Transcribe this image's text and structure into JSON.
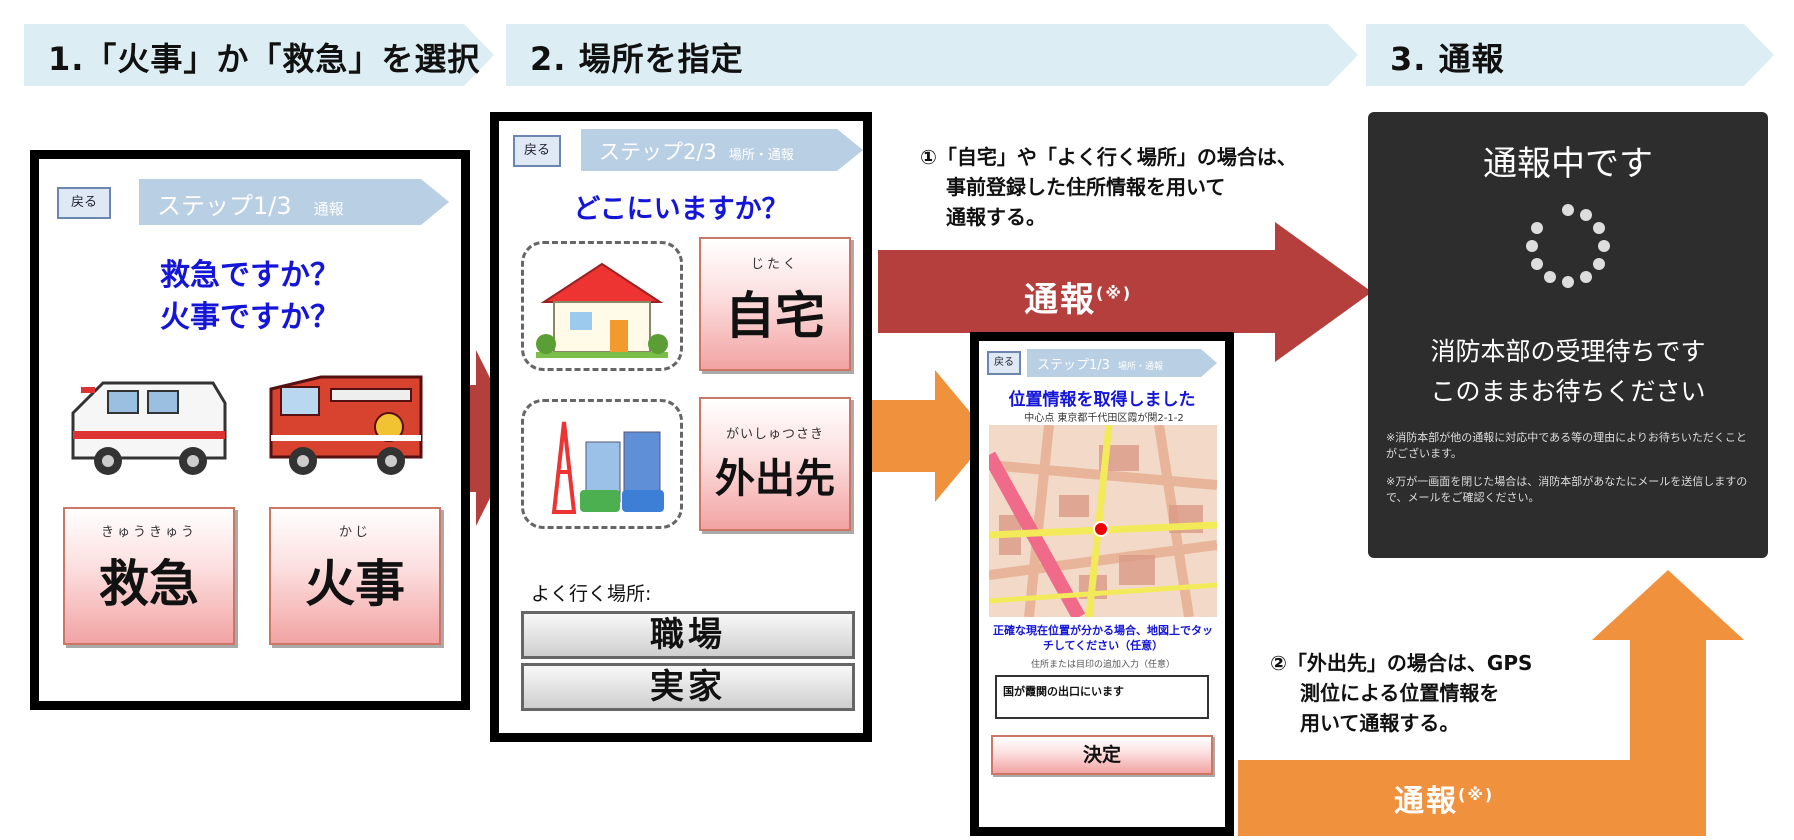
{
  "steps": [
    {
      "label": "1.「火事」か「救急」を選択"
    },
    {
      "label": "2. 場所を指定"
    },
    {
      "label": "3. 通報"
    }
  ],
  "screen1": {
    "back": "戻る",
    "step": "ステップ1/3",
    "step_sub": "通報",
    "question_line1": "救急ですか？",
    "question_line2": "火事ですか？",
    "btn_kyukyu_ruby": "きゅうきゅう",
    "btn_kyukyu": "救急",
    "btn_kaji_ruby": "かじ",
    "btn_kaji": "火事"
  },
  "screen2": {
    "back": "戻る",
    "step": "ステップ2/3",
    "step_sub": "場所・通報",
    "question": "どこにいますか？",
    "btn_home_ruby": "じたく",
    "btn_home": "自宅",
    "btn_out_ruby": "がいしゅつさき",
    "btn_out": "外出先",
    "frequent_label": "よく行く場所:",
    "frequent": [
      "職場",
      "実家"
    ]
  },
  "screen_map": {
    "back": "戻る",
    "step": "ステップ1/3",
    "step_sub": "場所・通報",
    "title": "位置情報を取得しました",
    "address": "中心点 東京都千代田区霞が関2-1-2",
    "instruction": "正確な現在位置が分かる場合、地図上でタッチしてください（任意）",
    "sub_instruction": "住所または目印の追加入力（任意）",
    "input_value": "国が霞関の出口にいます",
    "submit": "決定"
  },
  "screen3": {
    "title": "通報中です",
    "wait_line1": "消防本部の受理待ちです",
    "wait_line2": "このままお待ちください",
    "note1": "※消防本部が他の通報に対応中である等の理由によりお待ちいただくことがございます。",
    "note2": "※万が一画面を閉じた場合は、消防本部があなたにメールを送信しますので、メールをご確認ください。"
  },
  "annotations": {
    "note_home_1": "①「自宅」や「よく行く場所」の場合は、",
    "note_home_2": "事前登録した住所情報を用いて",
    "note_home_3": "通報する。",
    "note_gps_1": "②「外出先」の場合は、GPS",
    "note_gps_2": "測位による位置情報を",
    "note_gps_3": "用いて通報する。",
    "arrow_label": "通報",
    "arrow_mark": "(※)"
  },
  "colors": {
    "step_bar": "#dcedf3",
    "red_arrow": "#b53f3c",
    "orange_arrow": "#f0913e",
    "question_blue": "#1515d8",
    "dark_panel": "#2d2d2d"
  }
}
